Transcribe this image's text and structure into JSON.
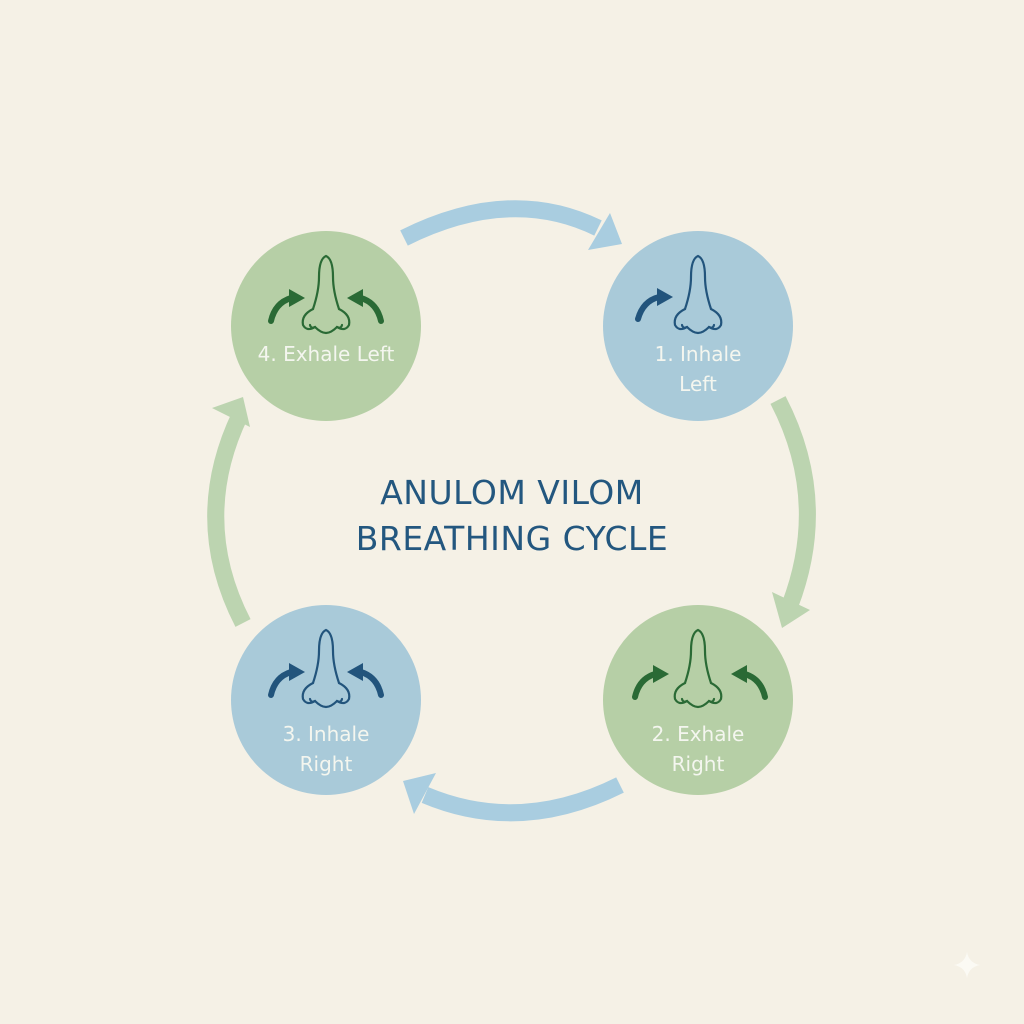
{
  "title": {
    "line1": "ANULOM VILOM",
    "line2": "BREATHING CYCLE",
    "color": "#23577f"
  },
  "colors": {
    "background": "#f5f1e6",
    "green_circle": "#b6cfa6",
    "blue_circle": "#a9cad9",
    "green_icon": "#2a6a35",
    "blue_icon": "#22547c",
    "green_arrow": "#bcd4b0",
    "blue_arrow": "#a9cde0",
    "label_text": "#f4f6ef"
  },
  "steps": [
    {
      "number": 1,
      "label_line1": "1. Inhale",
      "label_line2": "Left",
      "theme": "blue",
      "icon": "nose-inhale-left-icon"
    },
    {
      "number": 2,
      "label_line1": "2. Exhale",
      "label_line2": "Right",
      "theme": "green",
      "icon": "nose-exhale-right-icon"
    },
    {
      "number": 3,
      "label_line1": "3. Inhale",
      "label_line2": "Right",
      "theme": "blue",
      "icon": "nose-inhale-right-icon"
    },
    {
      "number": 4,
      "label_line1": "4. Exhale Left",
      "label_line2": "",
      "theme": "green",
      "icon": "nose-exhale-left-icon"
    }
  ],
  "arrows": [
    {
      "from": 4,
      "to": 1,
      "color": "blue",
      "position": "top"
    },
    {
      "from": 1,
      "to": 2,
      "color": "green",
      "position": "right"
    },
    {
      "from": 2,
      "to": 3,
      "color": "blue",
      "position": "bottom"
    },
    {
      "from": 3,
      "to": 4,
      "color": "green",
      "position": "left"
    }
  ]
}
